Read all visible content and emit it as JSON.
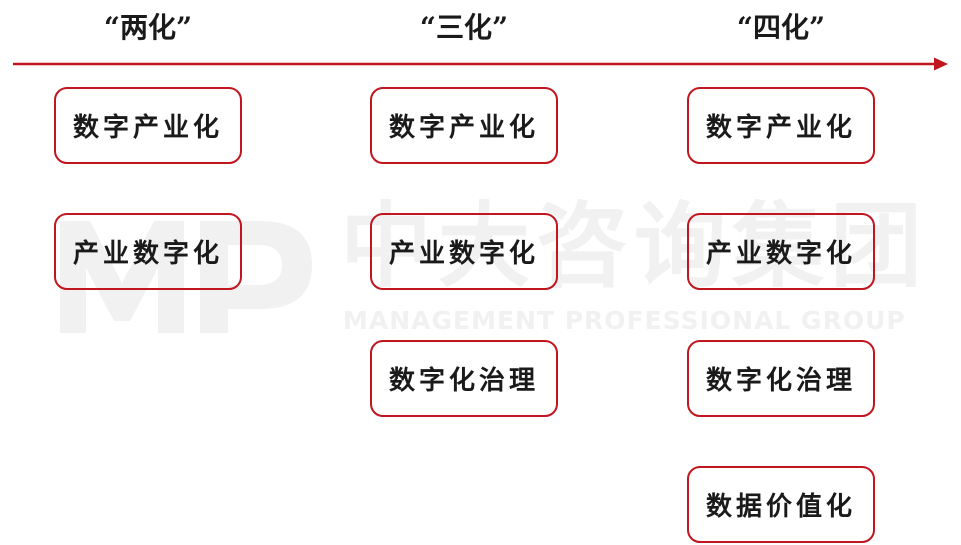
{
  "watermark": {
    "logo": "MP",
    "cn": "中大咨询集团",
    "en": "MANAGEMENT PROFESSIONAL GROUP"
  },
  "stages": [
    {
      "title": "“两化”",
      "items": [
        "数字产业化",
        "产业数字化"
      ]
    },
    {
      "title": "“三化”",
      "items": [
        "数字产业化",
        "产业数字化",
        "数字化治理"
      ]
    },
    {
      "title": "“四化”",
      "items": [
        "数字产业化",
        "产业数字化",
        "数字化治理",
        "数据价值化"
      ]
    }
  ],
  "colors": {
    "accent": "#c0161e",
    "text": "#1a1a1a",
    "watermark": "#f1f1f1"
  }
}
